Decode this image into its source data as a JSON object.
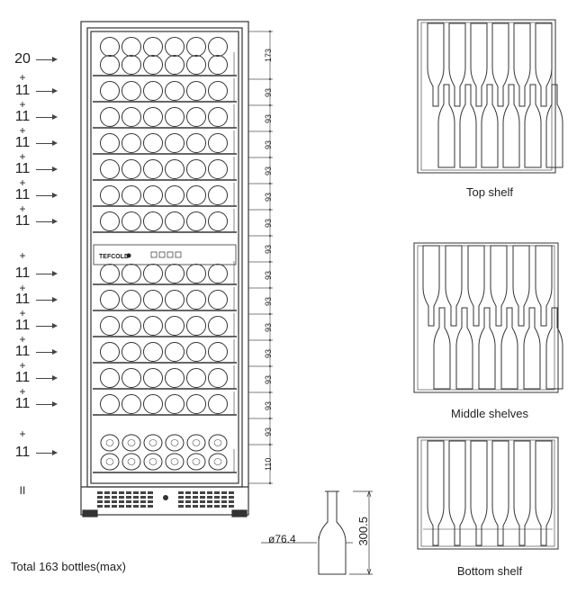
{
  "capacity_counts": [
    "20",
    "11",
    "11",
    "11",
    "11",
    "11",
    "11",
    "11",
    "11",
    "11",
    "11",
    "11",
    "11",
    "11",
    "II"
  ],
  "plus_sign": "+",
  "dimensions": [
    "173",
    "93",
    "93",
    "93",
    "93",
    "93",
    "93",
    "93",
    "93",
    "93",
    "93",
    "93",
    "93",
    "93",
    "93",
    "110"
  ],
  "brand": "TEFCOLD",
  "bottle": {
    "diameter": "ø76.4",
    "height": "300.5"
  },
  "captions": {
    "top": "Top shelf",
    "middle": "Middle shelves",
    "bottom": "Bottom shelf"
  },
  "total": "Total 163 bottles(max)"
}
